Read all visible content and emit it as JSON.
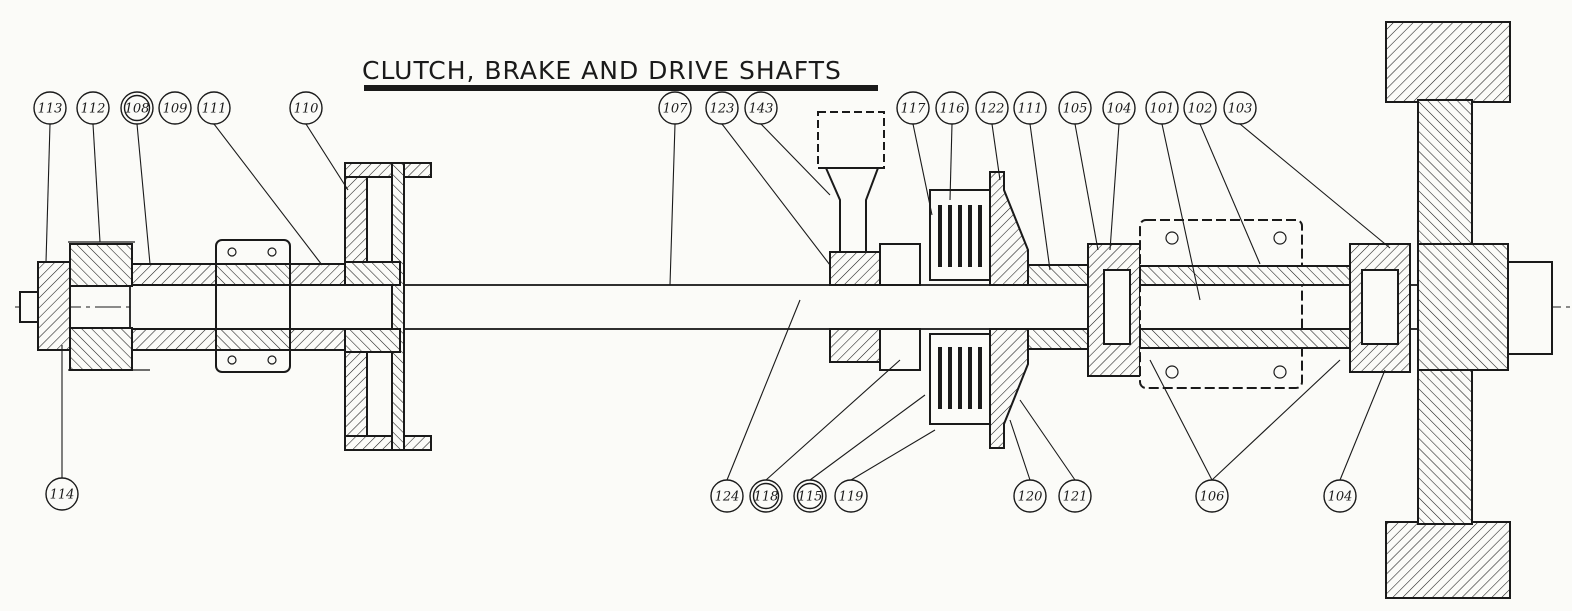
{
  "title": "CLUTCH, BRAKE AND DRIVE SHAFTS",
  "colors": {
    "ink": "#1a1a1a",
    "paper": "#fbfbf8"
  },
  "callouts": [
    {
      "label": "113",
      "double": false
    },
    {
      "label": "112",
      "double": false
    },
    {
      "label": "108",
      "double": true
    },
    {
      "label": "109",
      "double": false
    },
    {
      "label": "111",
      "double": false
    },
    {
      "label": "110",
      "double": false
    },
    {
      "label": "107",
      "double": false
    },
    {
      "label": "123",
      "double": false
    },
    {
      "label": "143",
      "double": false
    },
    {
      "label": "117",
      "double": false
    },
    {
      "label": "116",
      "double": false
    },
    {
      "label": "122",
      "double": false
    },
    {
      "label": "111",
      "double": false
    },
    {
      "label": "105",
      "double": false
    },
    {
      "label": "104",
      "double": false
    },
    {
      "label": "101",
      "double": false
    },
    {
      "label": "102",
      "double": false
    },
    {
      "label": "103",
      "double": false
    },
    {
      "label": "114",
      "double": false
    },
    {
      "label": "124",
      "double": false
    },
    {
      "label": "118",
      "double": true
    },
    {
      "label": "115",
      "double": true
    },
    {
      "label": "119",
      "double": false
    },
    {
      "label": "120",
      "double": false
    },
    {
      "label": "121",
      "double": false
    },
    {
      "label": "106",
      "double": false
    },
    {
      "label": "104",
      "double": false
    }
  ]
}
